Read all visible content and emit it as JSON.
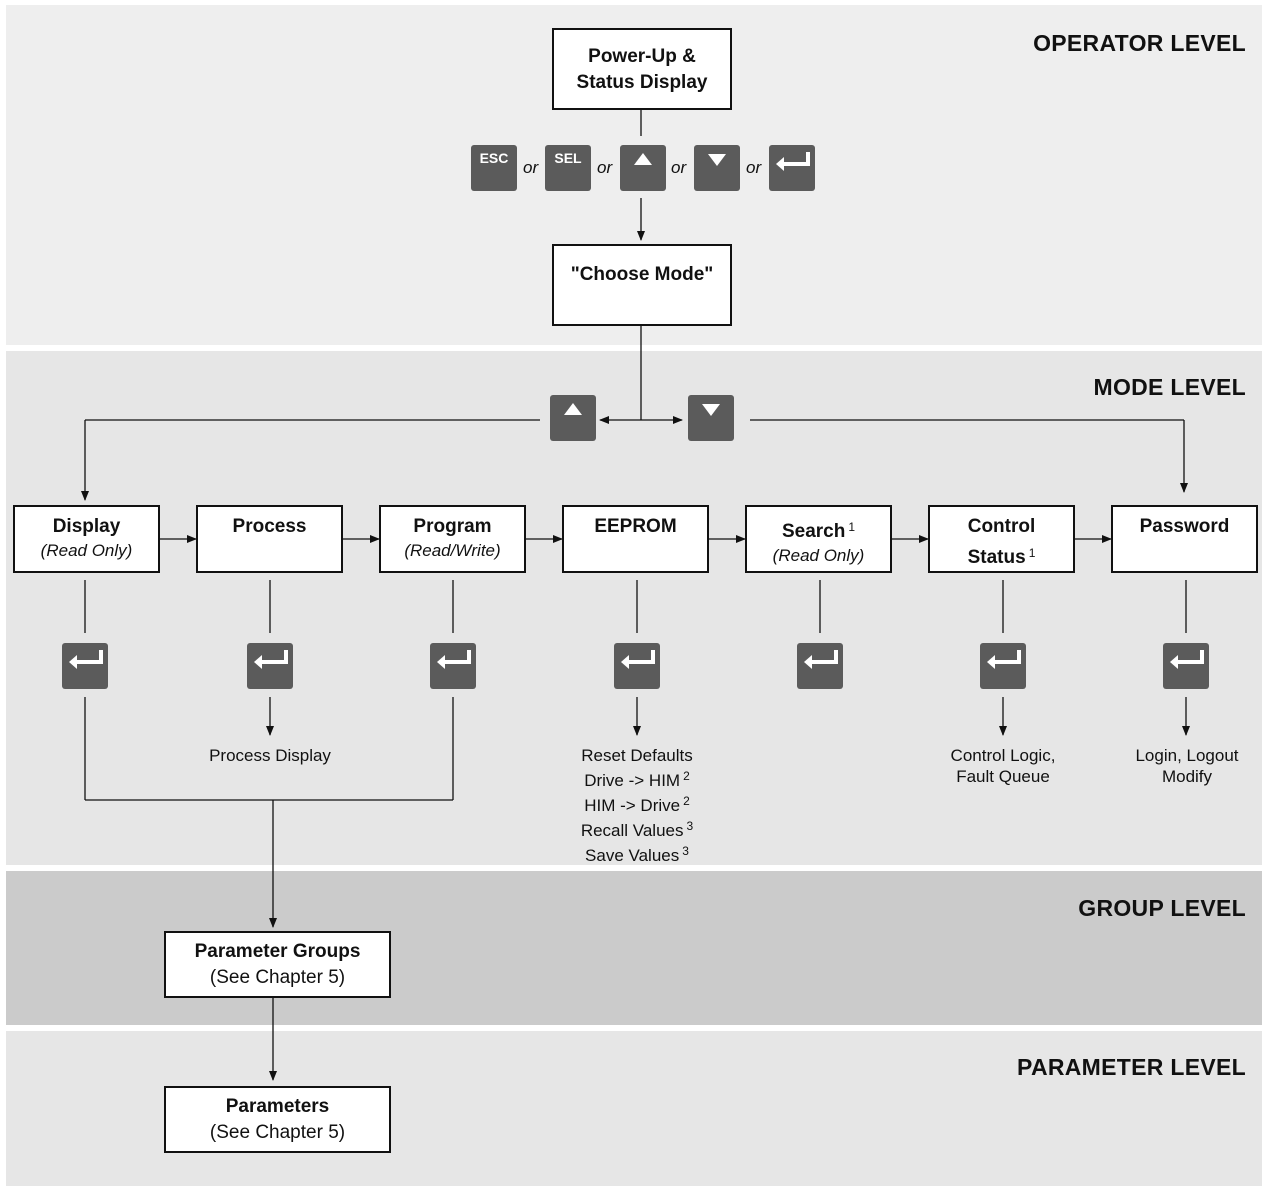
{
  "levels": {
    "operator": "OPERATOR LEVEL",
    "mode": "MODE LEVEL",
    "group": "GROUP LEVEL",
    "parameter": "PARAMETER LEVEL"
  },
  "operator": {
    "power_up_line1": "Power-Up &",
    "power_up_line2": "Status Display",
    "choose_mode": "\"Choose Mode\"",
    "keys": {
      "esc": "ESC",
      "sel": "SEL"
    },
    "or": "or"
  },
  "modes": [
    {
      "title": "Display",
      "subtitle": "(Read Only)",
      "footnote": ""
    },
    {
      "title": "Process",
      "subtitle": "",
      "footnote": ""
    },
    {
      "title": "Program",
      "subtitle": "(Read/Write)",
      "footnote": ""
    },
    {
      "title": "EEPROM",
      "subtitle": "",
      "footnote": ""
    },
    {
      "title": "Search",
      "subtitle": "(Read Only)",
      "footnote": "1"
    },
    {
      "title_line1": "Control",
      "title_line2": "Status",
      "footnote": "1"
    },
    {
      "title": "Password",
      "subtitle": "",
      "footnote": ""
    }
  ],
  "results": {
    "process": "Process Display",
    "eeprom": [
      {
        "text": "Reset Defaults",
        "fn": ""
      },
      {
        "text": "Drive -> HIM",
        "fn": "2"
      },
      {
        "text": "HIM -> Drive",
        "fn": "2"
      },
      {
        "text": "Recall Values",
        "fn": "3"
      },
      {
        "text": "Save Values",
        "fn": "3"
      }
    ],
    "control": [
      "Control Logic,",
      "Fault Queue"
    ],
    "password": [
      "Login, Logout",
      "Modify"
    ]
  },
  "group": {
    "title": "Parameter Groups",
    "note": "(See Chapter 5)"
  },
  "parameters": {
    "title": "Parameters",
    "note": "(See Chapter 5)"
  },
  "colors": {
    "band_operator": "#eeeeee",
    "band_mode": "#e6e6e6",
    "band_group": "#cbcbcb",
    "band_parameter": "#e6e6e6",
    "key_fill": "#5b5b5b"
  }
}
